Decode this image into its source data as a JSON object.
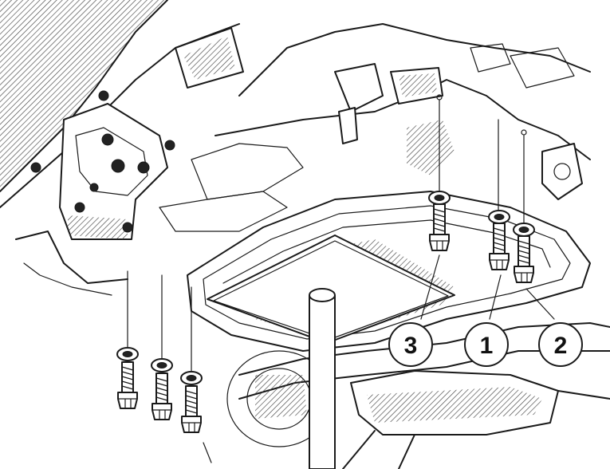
{
  "callouts": [
    {
      "id": "3",
      "label": "3"
    },
    {
      "id": "1",
      "label": "1"
    },
    {
      "id": "2",
      "label": "2"
    }
  ],
  "colors": {
    "line": "#1a1a1a",
    "background": "#ffffff",
    "shade": "#bdbdbd"
  }
}
